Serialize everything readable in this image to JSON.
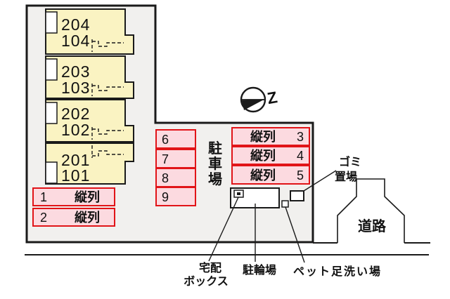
{
  "diagram": {
    "building": {
      "units": [
        {
          "upper": "204",
          "lower": "104"
        },
        {
          "upper": "203",
          "lower": "103"
        },
        {
          "upper": "202",
          "lower": "102"
        },
        {
          "upper": "201",
          "lower": "101"
        }
      ]
    },
    "parking": {
      "area_label_chars": [
        "駐",
        "車",
        "場"
      ],
      "tandem_left": [
        {
          "no": "1",
          "type": "縦列"
        },
        {
          "no": "2",
          "type": "縦列"
        }
      ],
      "row_spaces": [
        {
          "no": "6"
        },
        {
          "no": "7"
        },
        {
          "no": "8"
        },
        {
          "no": "9"
        }
      ],
      "tandem_right": [
        {
          "type": "縦列",
          "no": "3"
        },
        {
          "type": "縦列",
          "no": "4"
        },
        {
          "type": "縦列",
          "no": "5"
        }
      ]
    },
    "labels": {
      "delivery_box_line1": "宅配",
      "delivery_box_line2": "ボックス",
      "bicycle": "駐輪場",
      "pet_wash": "ペット足洗い場",
      "garbage_line1": "ゴミ",
      "garbage_line2": "置場",
      "road": "道路"
    },
    "compass": {
      "mark": "Z"
    },
    "colors": {
      "site_fill": "#f1f0ee",
      "unit_fill": "#faf3c2",
      "parking_fill": "#fcdae0",
      "parking_border": "#e11418",
      "line": "#1a1a1a",
      "background": "#ffffff"
    }
  }
}
